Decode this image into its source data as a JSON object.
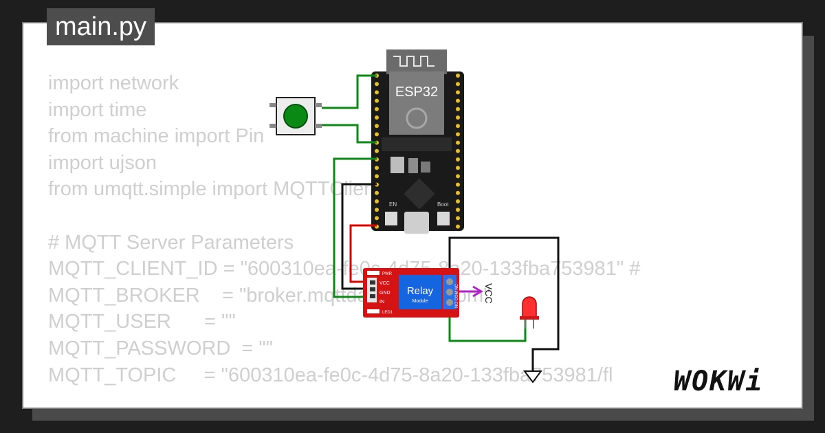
{
  "tab": {
    "title": "main.py"
  },
  "code_lines": [
    "import network",
    "import time",
    "from machine import Pin",
    "import ujson",
    "from umqtt.simple import MQTTClient",
    "",
    "# MQTT Server Parameters",
    "MQTT_CLIENT_ID = \"600310ea-fe0c-4d75-8a20-133fba753981\" #",
    "MQTT_BROKER    = \"broker.mqttdashboard.com\"",
    "MQTT_USER      = \"\"",
    "MQTT_PASSWORD  = \"\"",
    "MQTT_TOPIC     = \"600310ea-fe0c-4d75-8a20-133fba753981/fl"
  ],
  "esp32": {
    "label": "ESP32",
    "en_label": "EN",
    "boot_label": "Boot"
  },
  "relay": {
    "title": "Relay",
    "subtitle": "Module",
    "pin_vcc": "VCC",
    "pin_gnd": "GND",
    "pin_in": "IN",
    "pwr": "PWR",
    "led1": "LED1",
    "terminals": "NO COM NC"
  },
  "vcc_label": "VCC",
  "logo": "WOKWi",
  "colors": {
    "wire_green": "#0a8a14",
    "wire_red": "#e00000",
    "wire_black": "#111111",
    "vcc_purple": "#b023c9",
    "relay_red": "#d41414",
    "relay_blue": "#1565e0",
    "button_green": "#0a8a14"
  }
}
